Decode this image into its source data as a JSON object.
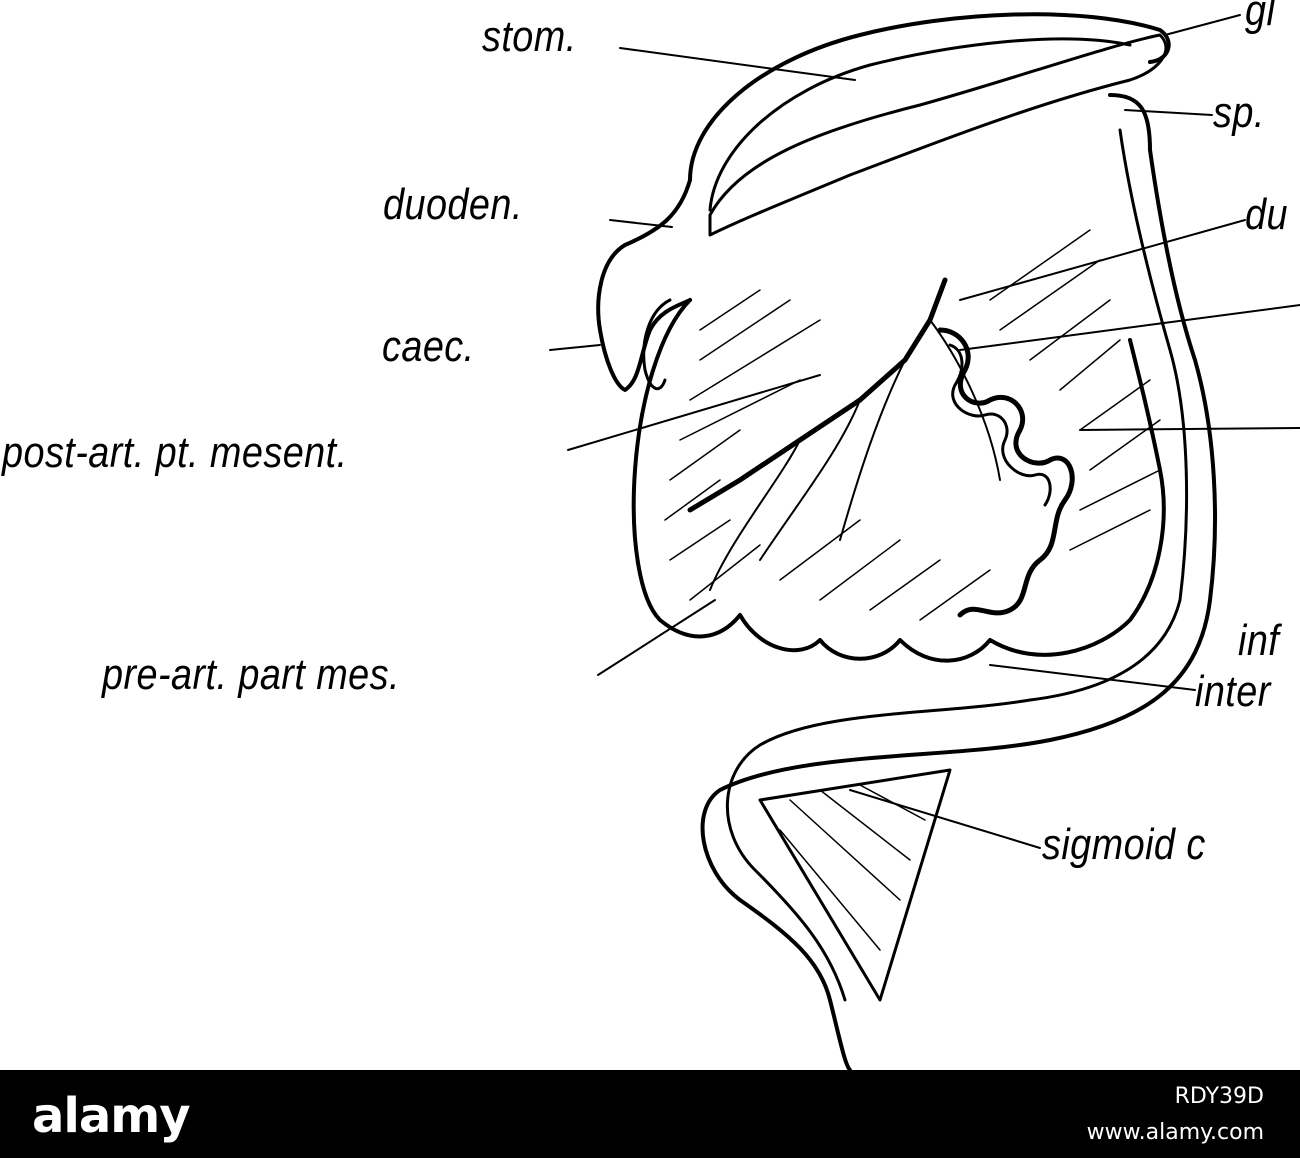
{
  "labels": {
    "stom": "stom.",
    "gl": "gl",
    "sp": "sp.",
    "duoden": "duoden.",
    "du": "du",
    "caec": "caec.",
    "post_art": "post-art. pt. mesent.",
    "pre_art": "pre-art. part mes.",
    "inf": "inf",
    "inter": "inter",
    "sigmoid": "sigmoid c"
  },
  "watermark": {
    "logo": "alamy",
    "image_id": "RDY39D",
    "url": "www.alamy.com"
  },
  "colors": {
    "ink": "#000000",
    "paper": "#ffffff",
    "banner": "#000000"
  }
}
